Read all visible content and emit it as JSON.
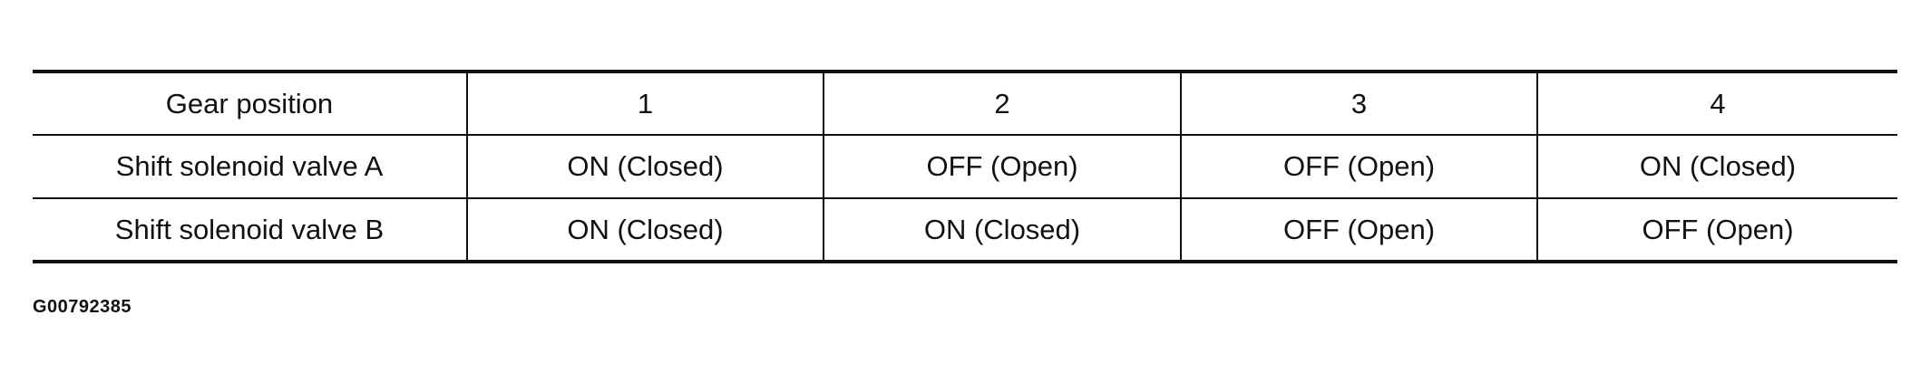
{
  "table": {
    "rows": [
      {
        "cells": [
          "Gear position",
          "1",
          "2",
          "3",
          "4"
        ]
      },
      {
        "cells": [
          "Shift solenoid valve A",
          "ON (Closed)",
          "OFF (Open)",
          "OFF (Open)",
          "ON (Closed)"
        ]
      },
      {
        "cells": [
          "Shift solenoid valve B",
          "ON (Closed)",
          "ON (Closed)",
          "OFF (Open)",
          "OFF (Open)"
        ]
      }
    ]
  },
  "figure_code": "G00792385"
}
